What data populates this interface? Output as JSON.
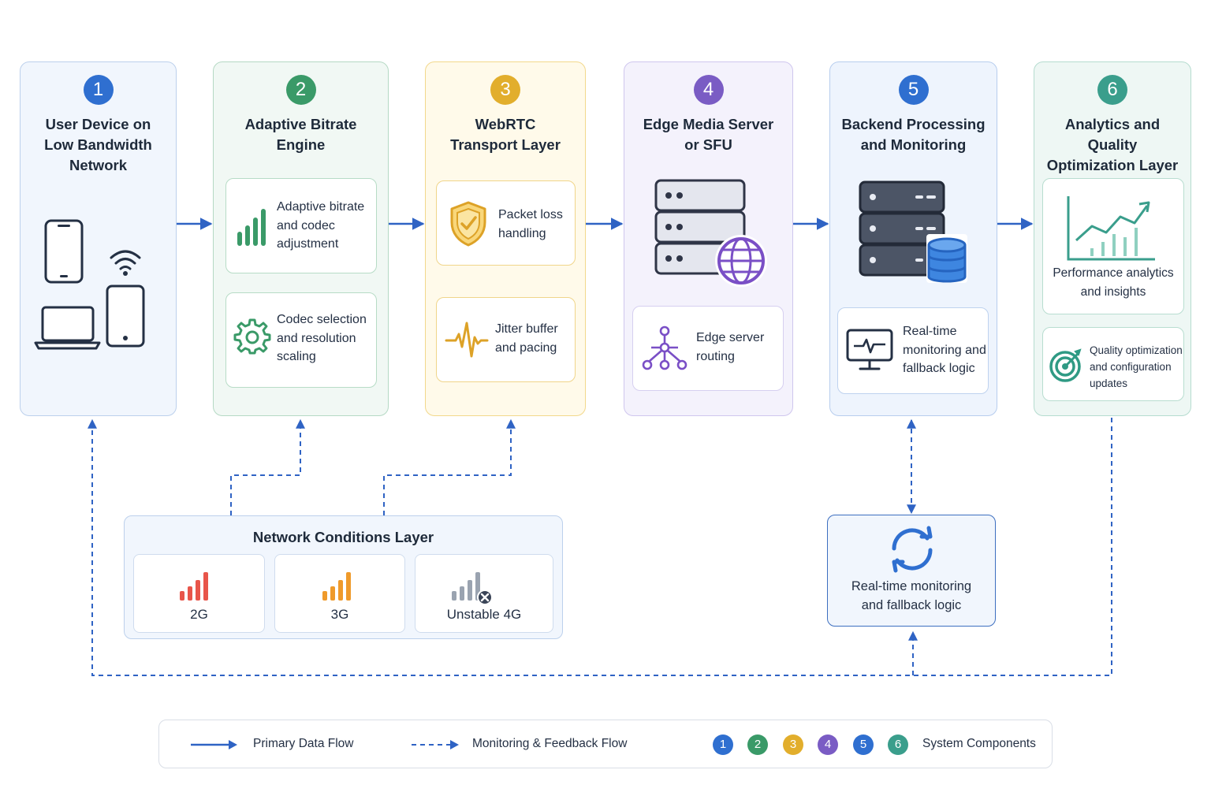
{
  "components": [
    {
      "number": "1",
      "title": "User Device on\nLow Bandwidth\nNetwork",
      "color": "#2f6fd0"
    },
    {
      "number": "2",
      "title": "Adaptive Bitrate\nEngine",
      "color": "#3a9a68",
      "cards": [
        {
          "text": "Adaptive bitrate\nand codec\nadjustment",
          "icon": "signal-bars-icon"
        },
        {
          "text": "Codec selection\nand resolution\nscaling",
          "icon": "gear-icon"
        }
      ]
    },
    {
      "number": "3",
      "title": "WebRTC\nTransport Layer",
      "color": "#e2ae2c",
      "cards": [
        {
          "text": "Packet loss\nhandling",
          "icon": "shield-check-icon"
        },
        {
          "text": "Jitter buffer\nand pacing",
          "icon": "waveform-icon"
        }
      ]
    },
    {
      "number": "4",
      "title": "Edge Media Server\nor SFU",
      "color": "#7a5cc4",
      "cards": [
        {
          "text": "Edge server\nrouting",
          "icon": "network-tree-icon"
        }
      ]
    },
    {
      "number": "5",
      "title": "Backend Processing\nand Monitoring",
      "color": "#2f6fd0",
      "cards": [
        {
          "text": "Real-time\nmonitoring and\nfallback logic",
          "icon": "monitor-pulse-icon"
        }
      ]
    },
    {
      "number": "6",
      "title": "Analytics and Quality\nOptimization Layer",
      "color": "#3a9e8c",
      "cards": [
        {
          "text": "Performance analytics\nand insights",
          "icon": "growth-chart-icon"
        },
        {
          "text": "Quality optimization\nand configuration\nupdates",
          "icon": "target-icon"
        }
      ]
    }
  ],
  "network_layer": {
    "title": "Network Conditions Layer",
    "items": [
      {
        "label": "2G",
        "color": "#e8554a"
      },
      {
        "label": "3G",
        "color": "#ef9a2b"
      },
      {
        "label": "Unstable 4G",
        "color": "#9aa3b0"
      }
    ]
  },
  "fallback_box": {
    "text": "Real-time monitoring\nand fallback logic",
    "icon": "refresh-cycle-icon"
  },
  "legend": {
    "primary": "Primary Data Flow",
    "feedback": "Monitoring & Feedback Flow",
    "components": "System Components",
    "numbers": [
      "1",
      "2",
      "3",
      "4",
      "5",
      "6"
    ]
  },
  "colors": {
    "flow": "#2f63c4",
    "feedback": "#2f63c4"
  }
}
